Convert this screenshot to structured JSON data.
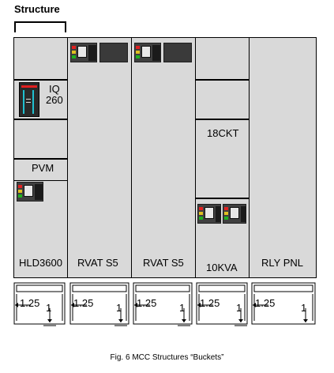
{
  "title": "Structure",
  "caption": "Fig. 6 MCC Structures “Buckets”",
  "columns": [
    {
      "label": "HLD3600",
      "iq_label_1": "IQ",
      "iq_label_2": "260",
      "pvm_label": "PVM"
    },
    {
      "label": "RVAT S5"
    },
    {
      "label": "RVAT S5"
    },
    {
      "label": "10KVA",
      "ckt_label": "18CKT"
    },
    {
      "label": "RLY PNL"
    }
  ],
  "dims": {
    "horizontal": "1.25",
    "vertical": "1"
  },
  "colors": {
    "panel": "#d9d9d9",
    "outline": "#000000",
    "led_red": "#e02020",
    "led_yellow": "#e0c020",
    "led_green": "#20b020",
    "iq_display": "#20c0d0"
  }
}
